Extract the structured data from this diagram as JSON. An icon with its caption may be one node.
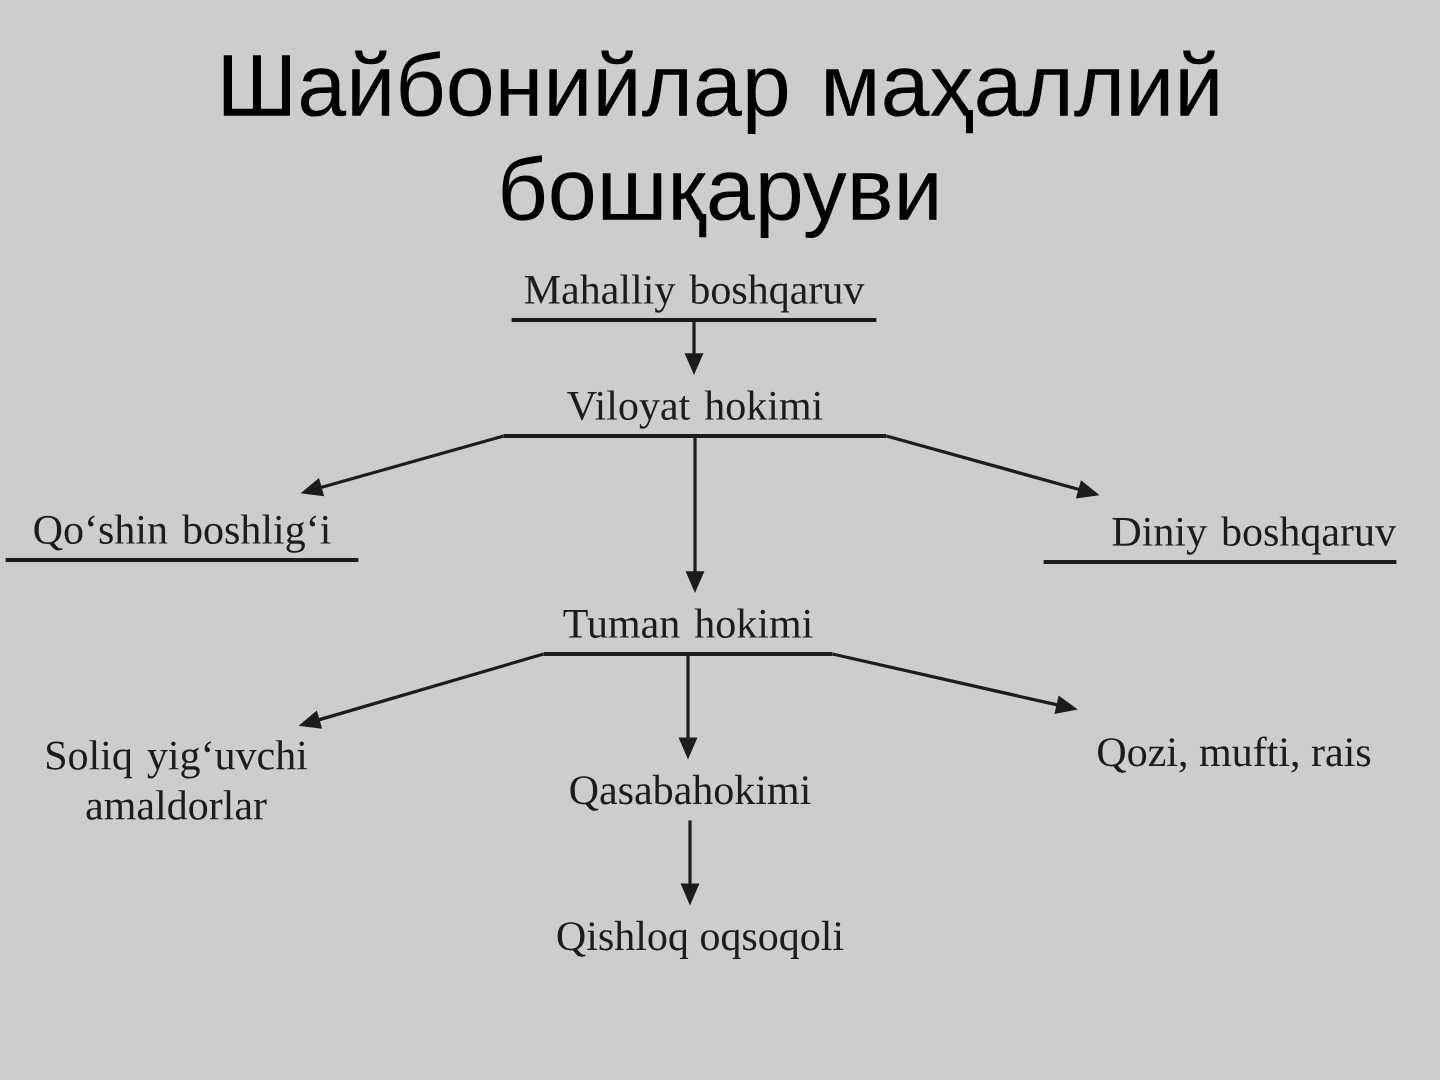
{
  "diagram": {
    "title": "Шайбонийлар маҳаллий бошқаруви",
    "nodes": [
      {
        "text": [
          "Mahalliy boshqaruv"
        ]
      },
      {
        "text": [
          "Viloyat hokimi"
        ]
      },
      {
        "text": [
          "Qo‘shin boshlig‘i"
        ]
      },
      {
        "text": [
          "Diniy boshqaruv"
        ]
      },
      {
        "text": [
          "Tuman hokimi"
        ]
      },
      {
        "text": [
          "Soliq yig‘uvchi amaldorlar"
        ]
      },
      {
        "text": [
          "Qasabahokimi"
        ]
      },
      {
        "text": [
          "Qozi, mufti, rais"
        ]
      },
      {
        "text": [
          "Qishloq oqsoqoli"
        ]
      }
    ],
    "edges": [
      {
        "from": 0,
        "to": 1,
        "arrow": "to"
      },
      {
        "from": 1,
        "to": 2,
        "arrow": "to"
      },
      {
        "from": 1,
        "to": 3,
        "arrow": "to"
      },
      {
        "from": 1,
        "to": 4,
        "arrow": "to"
      },
      {
        "from": 4,
        "to": 5,
        "arrow": "to"
      },
      {
        "from": 4,
        "to": 6,
        "arrow": "to"
      },
      {
        "from": 4,
        "to": 7,
        "arrow": "to"
      },
      {
        "from": 6,
        "to": 8,
        "arrow": "to"
      }
    ]
  }
}
